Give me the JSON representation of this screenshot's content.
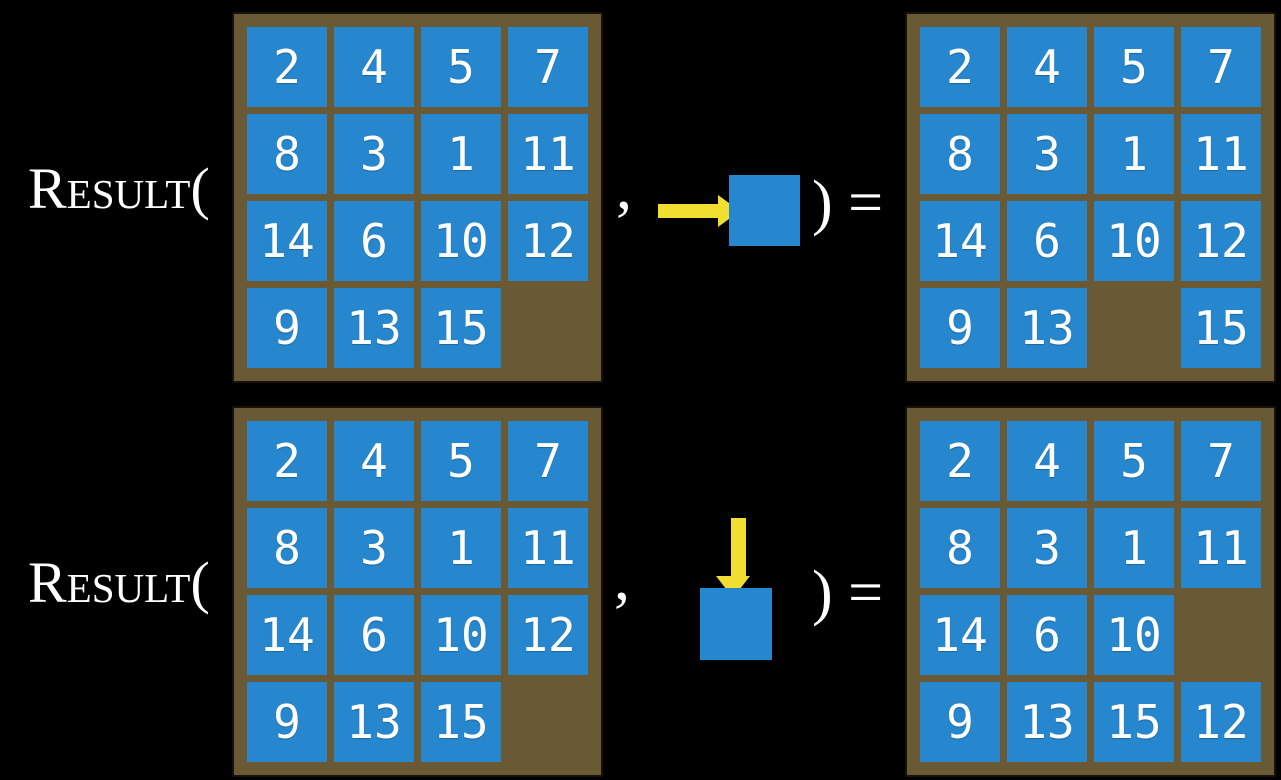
{
  "colors": {
    "background": "#000000",
    "board_background": "#695934",
    "board_border": "#16110a",
    "tile_blue": "#2787CE",
    "tile_text": "#FFFFFF",
    "arrow_yellow": "#F0DF31",
    "label_text": "#FFFFFF"
  },
  "examples": [
    {
      "function_label": "Result(",
      "comma": ",",
      "close_label": ") =",
      "action": {
        "direction": "right",
        "icon": "arrow-right-icon",
        "description": "yellow arrow pointing right into a blue tile"
      },
      "before_grid": {
        "rows": [
          [
            "2",
            "4",
            "5",
            "7"
          ],
          [
            "8",
            "3",
            "1",
            "11"
          ],
          [
            "14",
            "6",
            "10",
            "12"
          ],
          [
            "9",
            "13",
            "15",
            ""
          ]
        ]
      },
      "after_grid": {
        "rows": [
          [
            "2",
            "4",
            "5",
            "7"
          ],
          [
            "8",
            "3",
            "1",
            "11"
          ],
          [
            "14",
            "6",
            "10",
            "12"
          ],
          [
            "9",
            "13",
            "",
            "15"
          ]
        ]
      }
    },
    {
      "function_label": "Result(",
      "comma": ",",
      "close_label": ") =",
      "action": {
        "direction": "down",
        "icon": "arrow-down-icon",
        "description": "yellow arrow pointing down into a blue tile"
      },
      "before_grid": {
        "rows": [
          [
            "2",
            "4",
            "5",
            "7"
          ],
          [
            "8",
            "3",
            "1",
            "11"
          ],
          [
            "14",
            "6",
            "10",
            "12"
          ],
          [
            "9",
            "13",
            "15",
            ""
          ]
        ]
      },
      "after_grid": {
        "rows": [
          [
            "2",
            "4",
            "5",
            "7"
          ],
          [
            "8",
            "3",
            "1",
            "11"
          ],
          [
            "14",
            "6",
            "10",
            ""
          ],
          [
            "9",
            "13",
            "15",
            "12"
          ]
        ]
      }
    }
  ]
}
